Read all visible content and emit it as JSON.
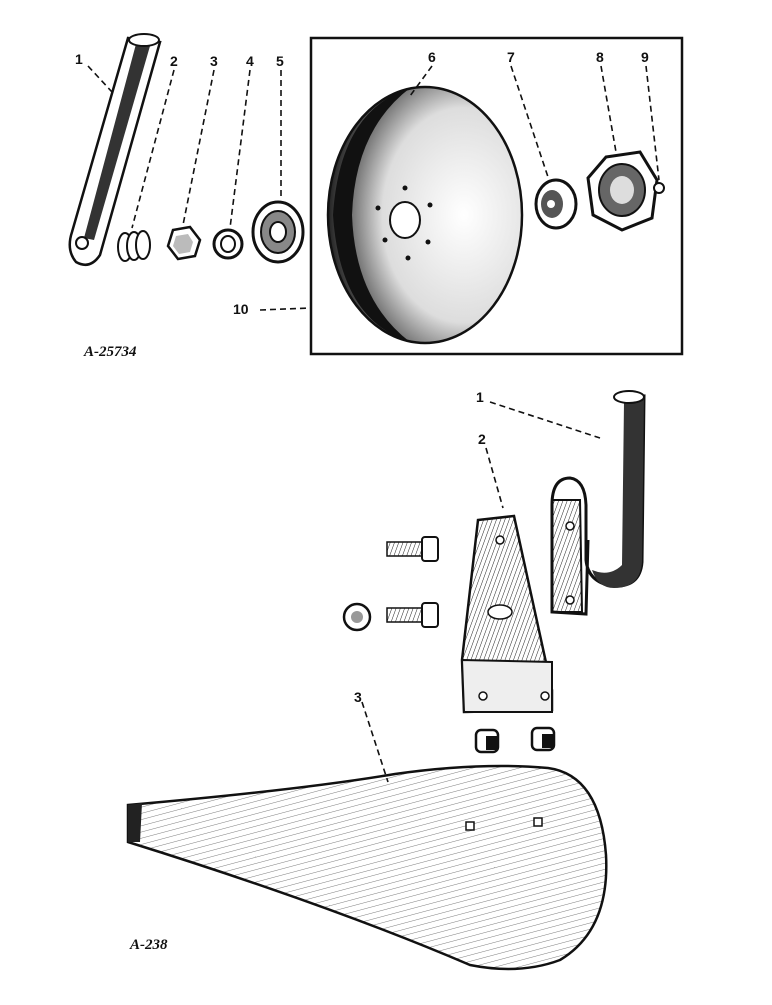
{
  "diagram_top": {
    "figure_id": "A-25734",
    "callouts": [
      {
        "num": "1"
      },
      {
        "num": "2"
      },
      {
        "num": "3"
      },
      {
        "num": "4"
      },
      {
        "num": "5"
      },
      {
        "num": "6"
      },
      {
        "num": "7"
      },
      {
        "num": "8"
      },
      {
        "num": "9"
      },
      {
        "num": "10"
      }
    ]
  },
  "diagram_bottom": {
    "figure_id": "A-238",
    "callouts": [
      {
        "num": "1"
      },
      {
        "num": "2"
      },
      {
        "num": "3"
      }
    ]
  },
  "colors": {
    "ink": "#111111",
    "paper": "#ffffff"
  }
}
